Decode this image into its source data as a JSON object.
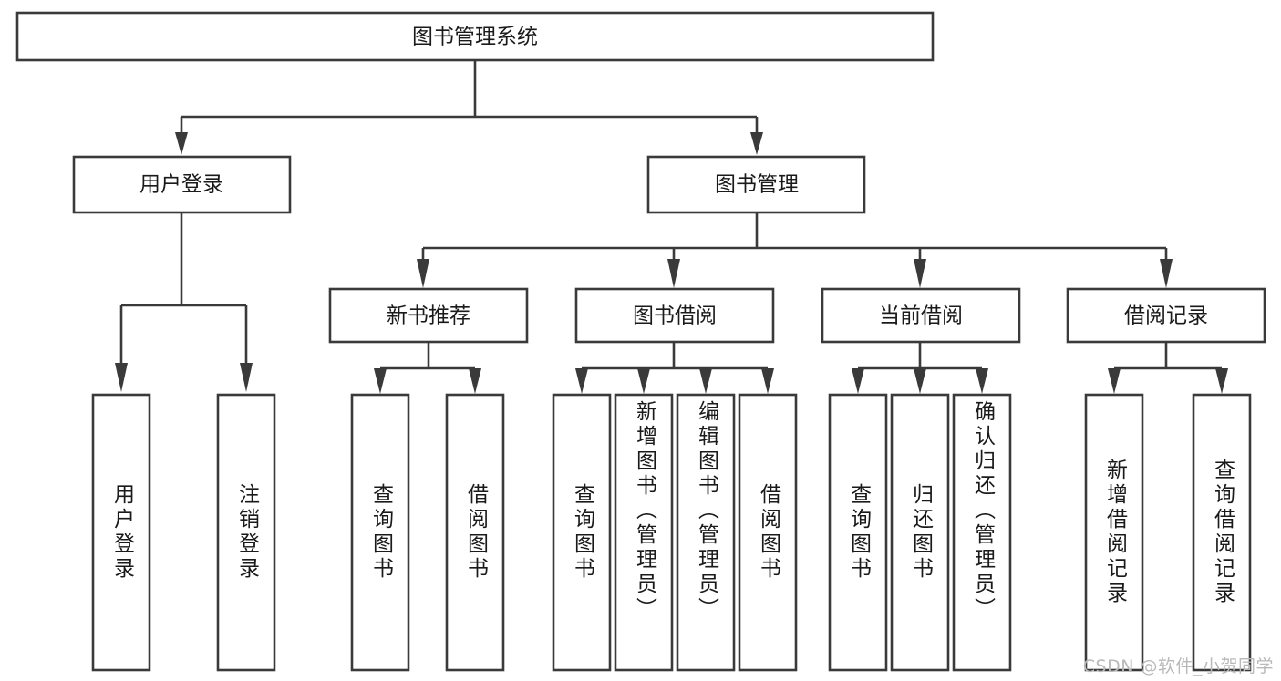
{
  "diagram": {
    "type": "tree",
    "title": "图书管理系统",
    "colors": {
      "box_stroke": "#3a3a3a",
      "box_fill": "#ffffff",
      "text": "#1a1a1a",
      "background": "#ffffff",
      "watermark": "#b9b9b9"
    },
    "root": {
      "label": "图书管理系统"
    },
    "level2": [
      {
        "label": "用户登录"
      },
      {
        "label": "图书管理"
      }
    ],
    "level3": [
      {
        "label": "新书推荐"
      },
      {
        "label": "图书借阅"
      },
      {
        "label": "当前借阅"
      },
      {
        "label": "借阅记录"
      }
    ],
    "leaves": {
      "user_login": [
        {
          "label": "用户登录"
        },
        {
          "label": "注销登录"
        }
      ],
      "new_book_recommend": [
        {
          "label": "查询图书"
        },
        {
          "label": "借阅图书"
        }
      ],
      "book_borrow": [
        {
          "label": "查询图书"
        },
        {
          "label": "新增图书（管理员）"
        },
        {
          "label": "编辑图书（管理员）"
        },
        {
          "label": "借阅图书"
        }
      ],
      "current_borrow": [
        {
          "label": "查询图书"
        },
        {
          "label": "归还图书"
        },
        {
          "label": "确认归还（管理员）"
        }
      ],
      "borrow_record": [
        {
          "label": "新增借阅记录"
        },
        {
          "label": "查询借阅记录"
        }
      ]
    }
  },
  "watermark": {
    "text": "CSDN @软件_小贺同学"
  }
}
